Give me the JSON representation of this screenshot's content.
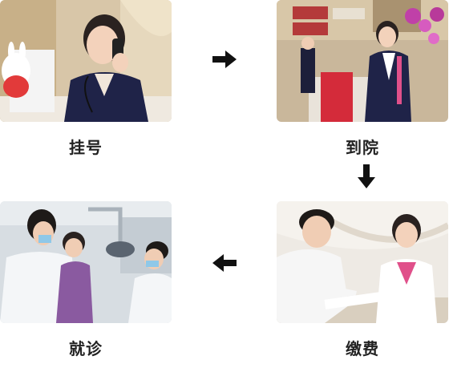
{
  "steps": [
    {
      "label": "挂号",
      "image": "receptionist-on-phone-photo"
    },
    {
      "label": "到院",
      "image": "hospital-reception-desk-photo"
    },
    {
      "label": "缴费",
      "image": "patient-paying-at-counter-photo"
    },
    {
      "label": "就诊",
      "image": "dental-treatment-photo"
    }
  ],
  "arrows": [
    "arrow-right-icon",
    "arrow-down-icon",
    "arrow-left-icon"
  ],
  "colors": {
    "arrow": "#111111",
    "label": "#222222",
    "accent_pink": "#e0508a",
    "navy": "#1f2348"
  }
}
